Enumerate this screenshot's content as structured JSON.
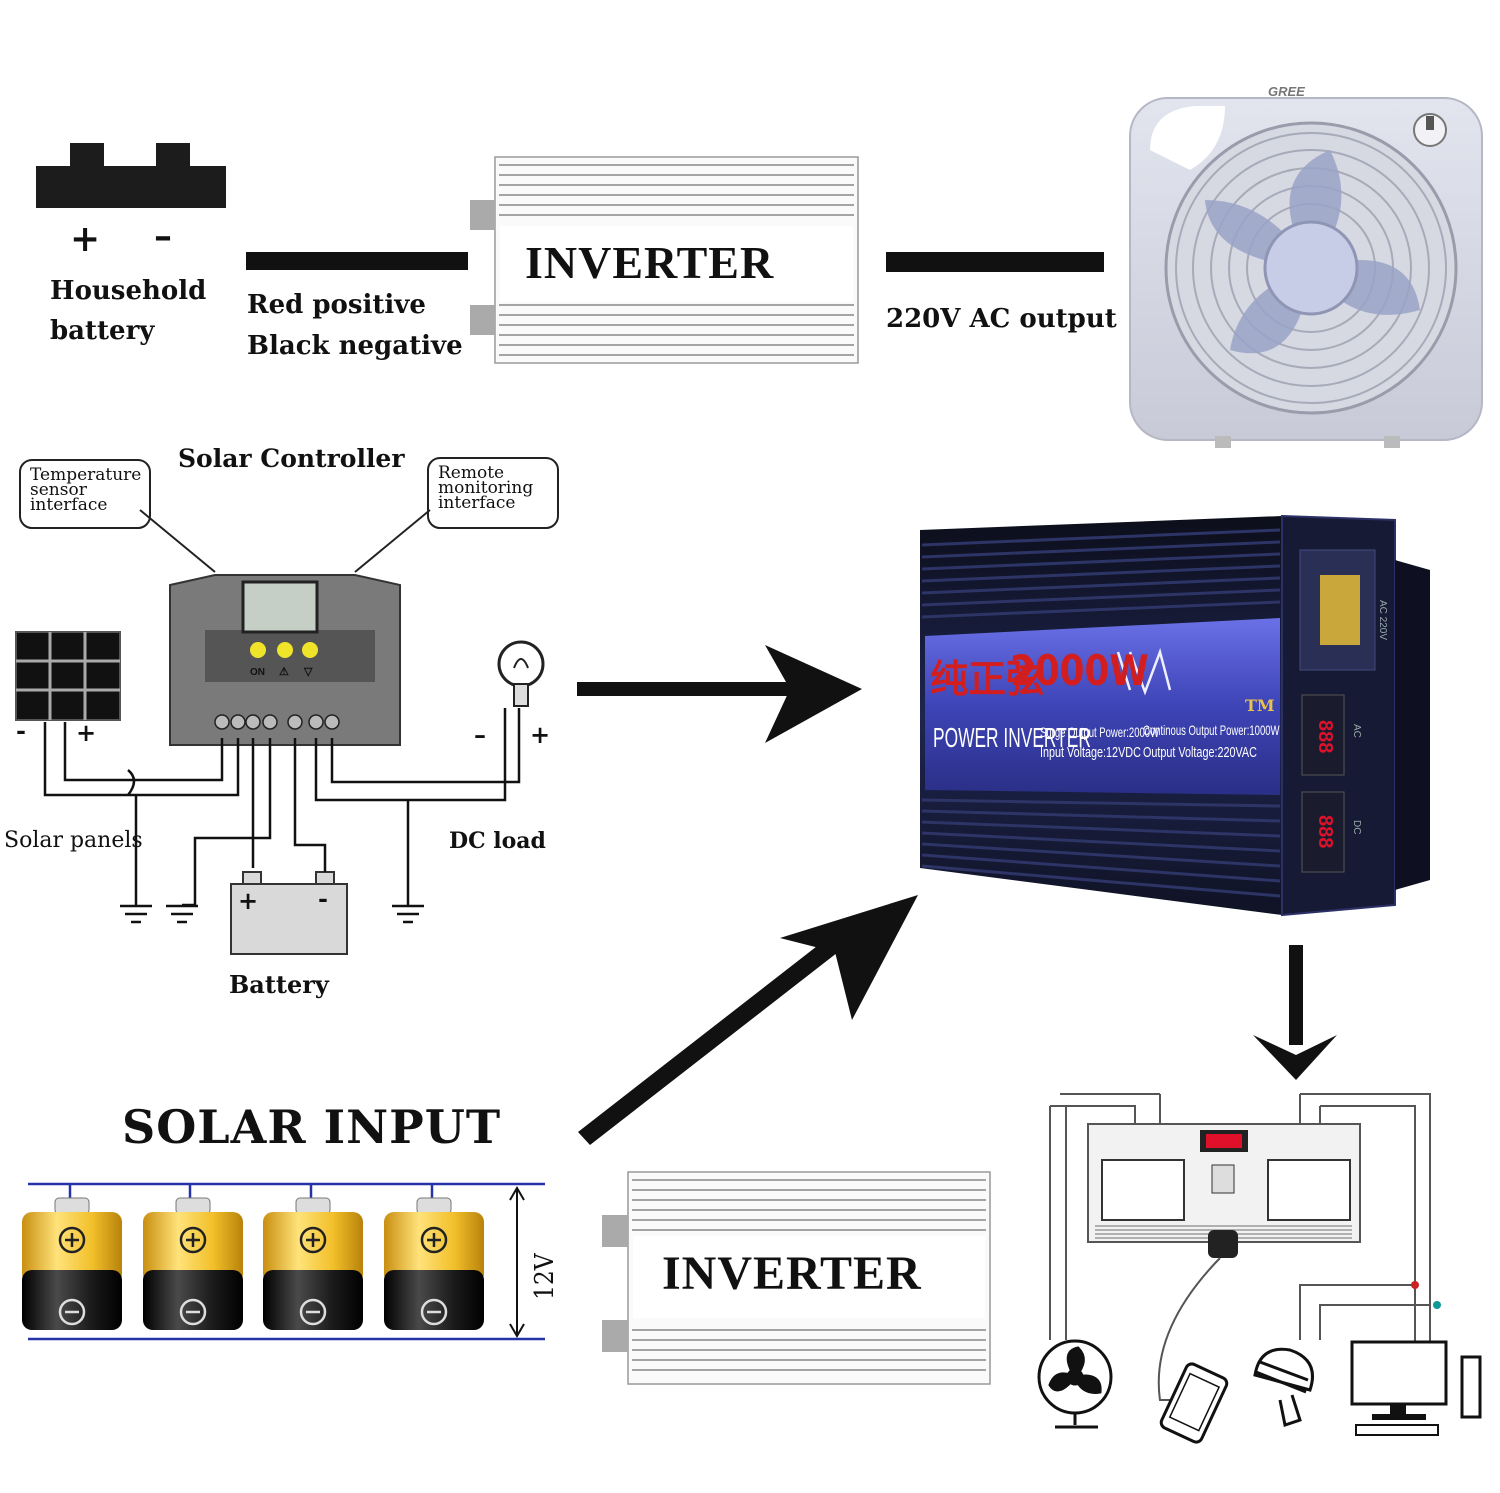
{
  "top_row": {
    "battery_plus": "+",
    "battery_minus": "–",
    "battery_label_1": "Household",
    "battery_label_2": "battery",
    "wire_label_1": "Red positive",
    "wire_label_2": "Black negative",
    "inverter_label": "INVERTER",
    "output_label": "220V AC output",
    "fan_brand": "GREE"
  },
  "controller": {
    "title": "Solar Controller",
    "callout_left": [
      "Temperature",
      "sensor",
      "interface"
    ],
    "callout_right": [
      "Remote",
      "monitoring",
      "interface"
    ],
    "button_labels": [
      "ON",
      "⚠",
      "▽"
    ],
    "panel_minus": "-",
    "panel_plus": "+",
    "solar_panels_label": "Solar panels",
    "dc_load_label": "DC load",
    "load_minus": "–",
    "load_plus": "+",
    "battery_plus": "+",
    "battery_minus": "-",
    "battery_label": "Battery"
  },
  "product": {
    "chinese_label": "纯正弦",
    "power_label": "2000W",
    "tm": "TM",
    "power_inverter": "POWER INVERTER",
    "surge_output": "Surge Output Power:2000W",
    "continuous_output": "Continous Output Power:1000W",
    "input_voltage": "Input Voltage:12VDC",
    "output_voltage": "Output Voltage:220VAC",
    "display_1": "888",
    "display_2": "888",
    "side_label_ac": "AC",
    "side_label_dc": "DC",
    "side_voltage": "AC 220V"
  },
  "bottom_row": {
    "solar_input_label": "SOLAR INPUT",
    "voltage_label": "12V",
    "inverter_label": "INVERTER",
    "battery_plus": "⊕",
    "battery_minus": "⊖"
  },
  "colors": {
    "product_body": "#1e2550",
    "product_label_bg": "#3d44b6",
    "product_red": "#d21e1e",
    "battery_gold": "#f1c32d",
    "battery_black": "#1a1a1a",
    "wire_blue": "#2633a8",
    "lcd_red": "#e0102a"
  },
  "icons": [
    "fan-icon",
    "phone-icon",
    "cfl-bulb-icon",
    "computer-monitor-icon",
    "solar-panel-icon",
    "light-bulb-icon",
    "ground-icon"
  ]
}
